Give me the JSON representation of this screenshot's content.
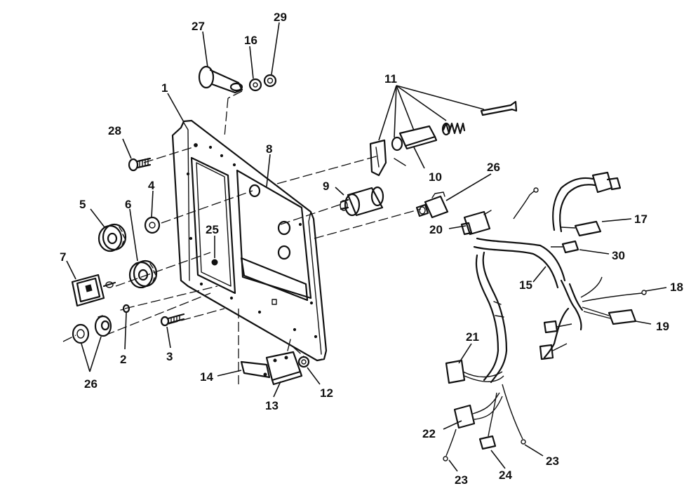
{
  "diagram": {
    "callouts": [
      {
        "id": "c1",
        "text": "1"
      },
      {
        "id": "c2",
        "text": "2"
      },
      {
        "id": "c3",
        "text": "3"
      },
      {
        "id": "c4",
        "text": "4"
      },
      {
        "id": "c5",
        "text": "5"
      },
      {
        "id": "c6",
        "text": "6"
      },
      {
        "id": "c7",
        "text": "7"
      },
      {
        "id": "c8",
        "text": "8"
      },
      {
        "id": "c9",
        "text": "9"
      },
      {
        "id": "c10",
        "text": "10"
      },
      {
        "id": "c11",
        "text": "11"
      },
      {
        "id": "c12",
        "text": "12"
      },
      {
        "id": "c13",
        "text": "13"
      },
      {
        "id": "c14",
        "text": "14"
      },
      {
        "id": "c15",
        "text": "15"
      },
      {
        "id": "c16",
        "text": "16"
      },
      {
        "id": "c17",
        "text": "17"
      },
      {
        "id": "c18",
        "text": "18"
      },
      {
        "id": "c19",
        "text": "19"
      },
      {
        "id": "c20",
        "text": "20"
      },
      {
        "id": "c21",
        "text": "21"
      },
      {
        "id": "c22",
        "text": "22"
      },
      {
        "id": "c23a",
        "text": "23"
      },
      {
        "id": "c23b",
        "text": "23"
      },
      {
        "id": "c24",
        "text": "24"
      },
      {
        "id": "c25",
        "text": "25"
      },
      {
        "id": "c26a",
        "text": "26"
      },
      {
        "id": "c26b",
        "text": "26"
      },
      {
        "id": "c27",
        "text": "27"
      },
      {
        "id": "c28",
        "text": "28"
      },
      {
        "id": "c29",
        "text": "29"
      },
      {
        "id": "c30",
        "text": "30"
      }
    ]
  }
}
